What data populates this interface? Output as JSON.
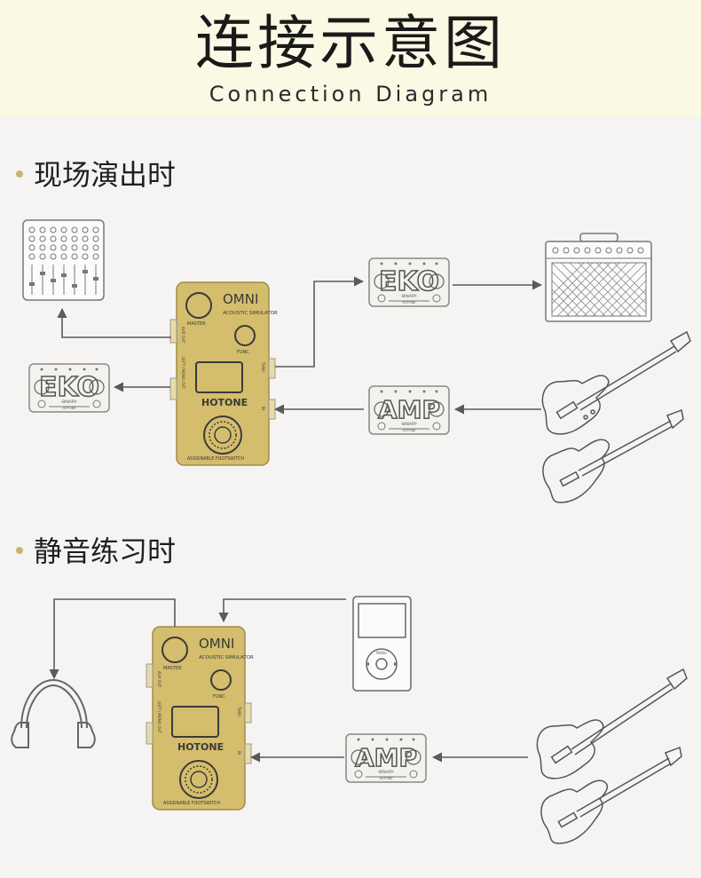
{
  "header": {
    "title_cn": "连接示意图",
    "title_en": "Connection Diagram"
  },
  "sections": [
    {
      "label": "现场演出时"
    },
    {
      "label": "静音练习时"
    }
  ],
  "pedal": {
    "brand": "OMNI",
    "subtitle": "ACOUSTIC SIMULATOR",
    "knob1": "MASTER",
    "knob2": "FUNC.",
    "logo": "HOTONE",
    "footswitch_label": "ASSIGNABLE FOOTSWITCH",
    "jack_aux": "AUX OUT",
    "jack_out": "LEFT / MONO OUT",
    "jack_thru": "THRU",
    "jack_in": "IN"
  },
  "binary_units": {
    "eko": "EKO",
    "amp": "AMP",
    "series": "-BINARY-",
    "brand": "HOTONE"
  },
  "colors": {
    "accent": "#c7b46e",
    "pedal_gold": "#d4bd6c",
    "line": "#5a5a5a",
    "header_bg": "#fbf8e3"
  },
  "icons": [
    "mixer-icon",
    "amp-cabinet-icon",
    "bass-guitar-icon",
    "electric-guitar-icon",
    "headphones-icon",
    "media-player-icon"
  ]
}
